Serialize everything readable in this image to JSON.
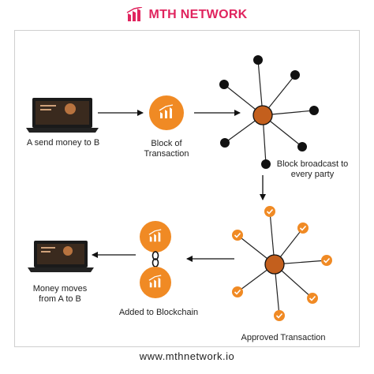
{
  "brand": {
    "name": "MTH NETWORK",
    "logo_icon": "mth-logo-icon"
  },
  "footer": {
    "url": "www.mthnetwork.io"
  },
  "steps": {
    "send": "A send money to B",
    "block_line1": "Block of",
    "block_line2": "Transaction",
    "broadcast_line1": "Block broadcast to",
    "broadcast_line2": "every party",
    "approved": "Approved Transaction",
    "added": "Added to Blockchain",
    "moves_line1": "Money moves",
    "moves_line2": "from A to B"
  },
  "colors": {
    "accent": "#f08a24",
    "hub": "#c35f1d",
    "brand_red": "#e0245e",
    "node": "#111111"
  }
}
